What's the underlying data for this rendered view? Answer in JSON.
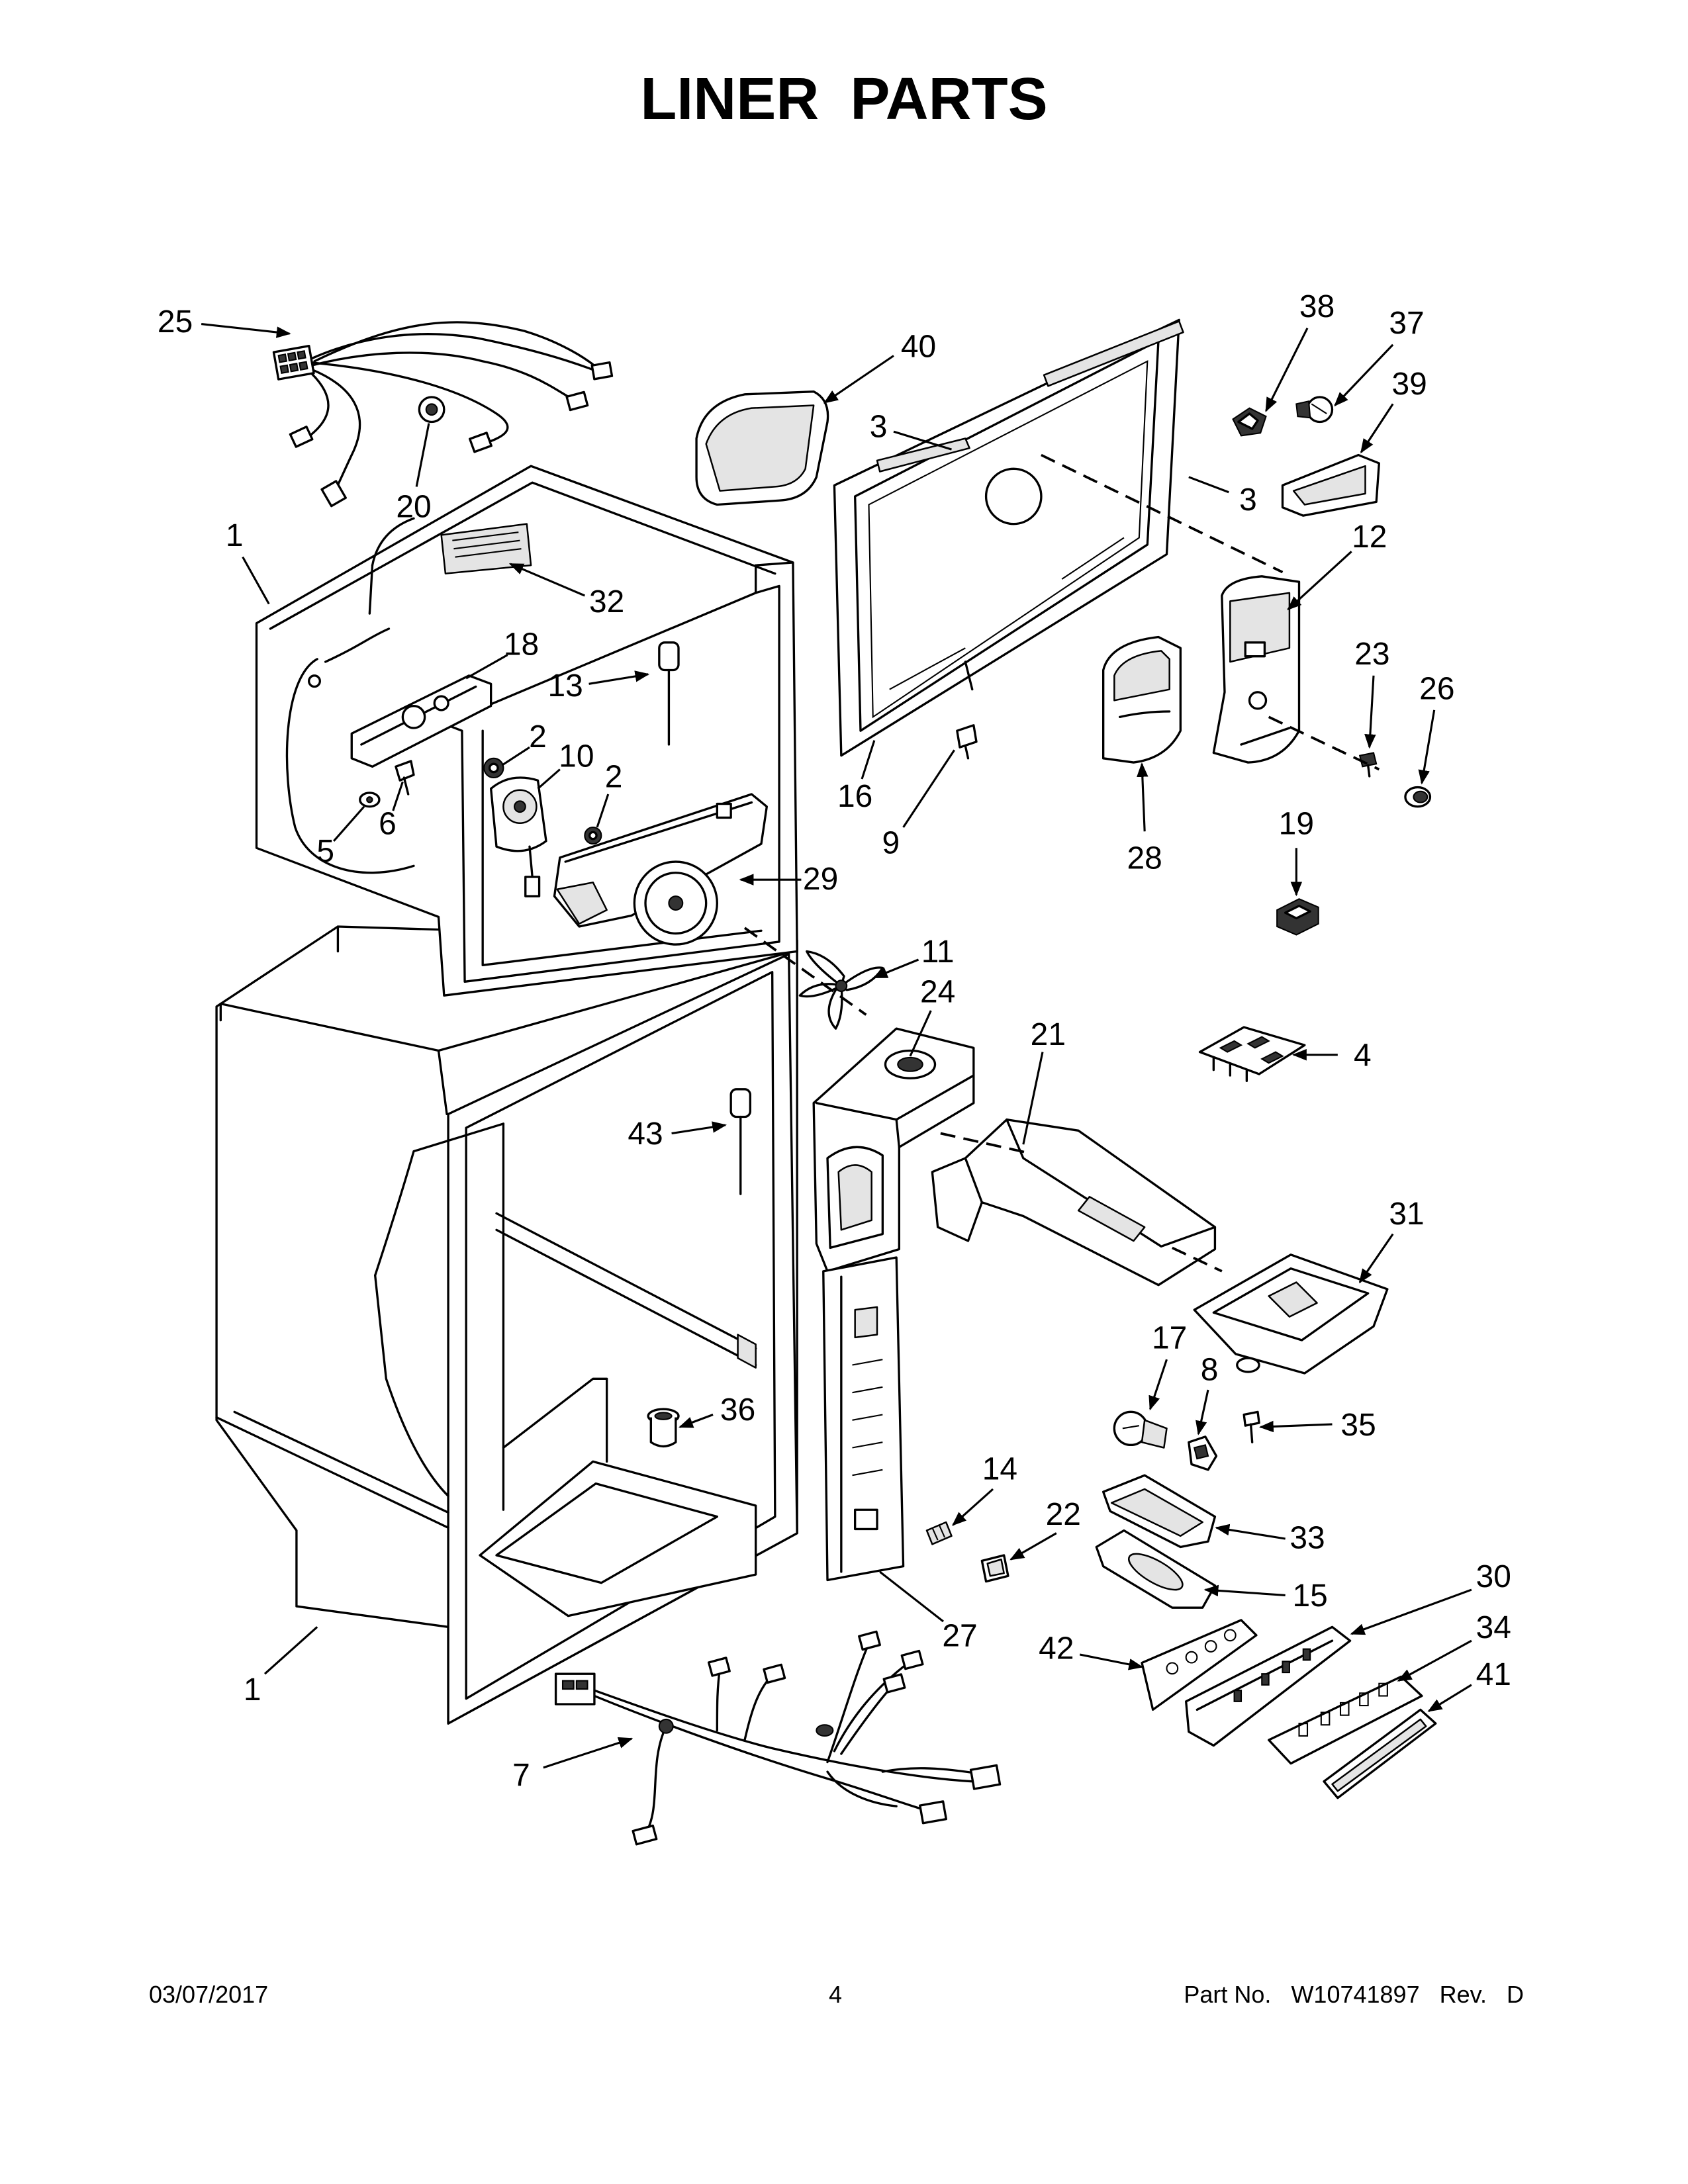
{
  "title": "LINER PARTS",
  "footer": {
    "date": "03/07/2017",
    "page": "4",
    "part_no_label": "Part No.",
    "part_no": "W10741897",
    "rev_label": "Rev.",
    "rev": "D"
  },
  "callouts": [
    {
      "label": "25"
    },
    {
      "label": "20"
    },
    {
      "label": "1"
    },
    {
      "label": "32"
    },
    {
      "label": "18"
    },
    {
      "label": "13"
    },
    {
      "label": "2"
    },
    {
      "label": "10"
    },
    {
      "label": "2"
    },
    {
      "label": "5"
    },
    {
      "label": "6"
    },
    {
      "label": "29"
    },
    {
      "label": "40"
    },
    {
      "label": "3"
    },
    {
      "label": "3"
    },
    {
      "label": "38"
    },
    {
      "label": "37"
    },
    {
      "label": "39"
    },
    {
      "label": "12"
    },
    {
      "label": "23"
    },
    {
      "label": "26"
    },
    {
      "label": "16"
    },
    {
      "label": "9"
    },
    {
      "label": "28"
    },
    {
      "label": "19"
    },
    {
      "label": "11"
    },
    {
      "label": "24"
    },
    {
      "label": "21"
    },
    {
      "label": "4"
    },
    {
      "label": "43"
    },
    {
      "label": "31"
    },
    {
      "label": "17"
    },
    {
      "label": "8"
    },
    {
      "label": "35"
    },
    {
      "label": "36"
    },
    {
      "label": "14"
    },
    {
      "label": "22"
    },
    {
      "label": "33"
    },
    {
      "label": "15"
    },
    {
      "label": "27"
    },
    {
      "label": "30"
    },
    {
      "label": "34"
    },
    {
      "label": "41"
    },
    {
      "label": "42"
    },
    {
      "label": "1"
    },
    {
      "label": "7"
    }
  ]
}
